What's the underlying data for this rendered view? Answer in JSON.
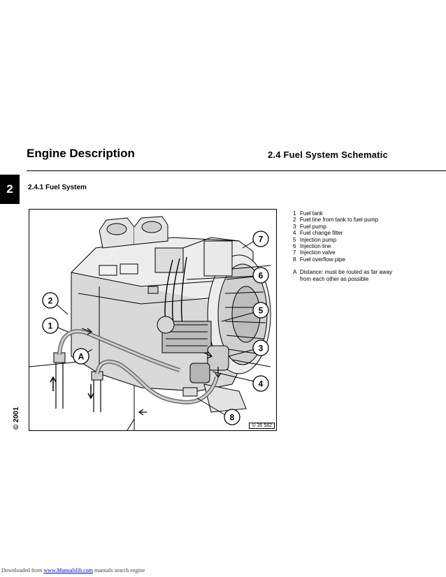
{
  "header": {
    "left_title": "Engine Description",
    "right_title": "2.4 Fuel System Schematic"
  },
  "chapter_tab": "2",
  "section_title": "2.4.1 Fuel System",
  "copyright": "© 2001",
  "figure": {
    "number": "© 35 582",
    "callouts": [
      "1",
      "2",
      "3",
      "4",
      "5",
      "6",
      "7",
      "8",
      "A"
    ]
  },
  "legend": {
    "items": [
      {
        "num": "1",
        "text": "Fuel tank"
      },
      {
        "num": "2",
        "text": "Fuel line from tank to fuel pump"
      },
      {
        "num": "3",
        "text": "Fuel pump"
      },
      {
        "num": "4",
        "text": "Fuel change filter"
      },
      {
        "num": "5",
        "text": "Injection pump"
      },
      {
        "num": "6",
        "text": "Injection line"
      },
      {
        "num": "7",
        "text": "Injection valve"
      },
      {
        "num": "8",
        "text": "Fuel overflow pipe"
      }
    ],
    "note": {
      "num": "A",
      "text": "Distance: must be routed as far away from each other as possible"
    }
  },
  "footer": {
    "prefix": "Downloaded from",
    "link": "www.Manualslib.com",
    "suffix": "manuals search engine"
  }
}
